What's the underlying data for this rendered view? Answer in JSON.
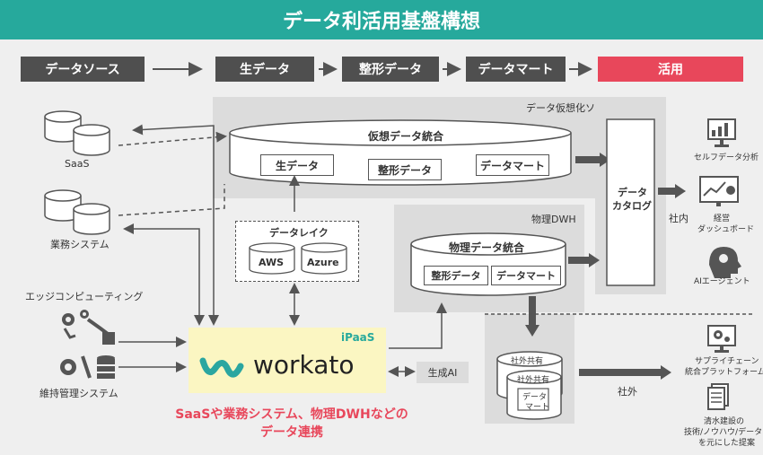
{
  "title": "データ利活用基盤構想",
  "flow": [
    "データソース",
    "生データ",
    "整形データ",
    "データマート",
    "活用"
  ],
  "sources": {
    "saas": "SaaS",
    "business": "業務システム",
    "edge": "エッジコンピューティング",
    "maintenance": "維持管理システム"
  },
  "virtual": {
    "panel_label": "データ仮想化ソリューション",
    "integration": "仮想データ統合",
    "raw": "生データ",
    "formatted": "整形データ",
    "mart": "データマート"
  },
  "lake": {
    "title": "データレイク",
    "aws": "AWS",
    "azure": "Azure"
  },
  "dwh": {
    "panel_label": "物理DWH",
    "integration": "物理データ統合",
    "formatted": "整形データ",
    "mart": "データマート"
  },
  "catalog": {
    "line1": "データ",
    "line2": "カタログ"
  },
  "internal": {
    "label": "社内",
    "self_analysis": "セルフデータ分析",
    "dashboard_line1": "経営",
    "dashboard_line2": "ダッシュボード",
    "ai_agent": "AIエージェント"
  },
  "external": {
    "label": "社外",
    "shared1": "社外共有",
    "shared2": "社外共有",
    "mart_line1": "データ",
    "mart_line2": "マート",
    "supply_line1": "サプライチェーン",
    "supply_line2": "統合プラットフォーム",
    "proposal_line1": "清水建設の",
    "proposal_line2": "技術/ノウハウ/データ",
    "proposal_line3": "を元にした提案"
  },
  "ipaas": {
    "badge": "iPaaS",
    "brand": "workato",
    "gen_ai": "生成AI"
  },
  "note": {
    "line1": "SaaSや業務システム、物理DWHなどの",
    "line2": "データ連携"
  },
  "colors": {
    "teal": "#26a99c",
    "dark_box": "#4f4f4f",
    "accent_red": "#e8475b",
    "panel_gray": "#dcdcdc",
    "ipaas_yellow": "#fbf6c2"
  }
}
